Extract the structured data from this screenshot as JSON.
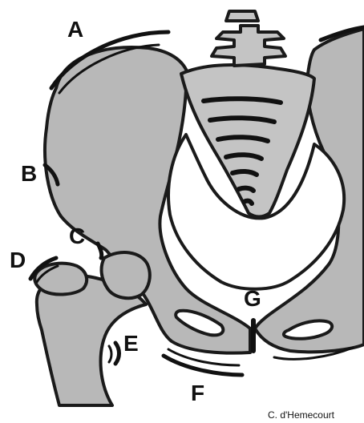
{
  "labels": {
    "a": "A",
    "b": "B",
    "c": "C",
    "d": "D",
    "e": "E",
    "f": "F",
    "g": "G"
  },
  "credit": "C. d'Hemecourt",
  "colors": {
    "bone": "#b8b8b8",
    "outline": "#1a1a1a",
    "background": "#ffffff"
  }
}
